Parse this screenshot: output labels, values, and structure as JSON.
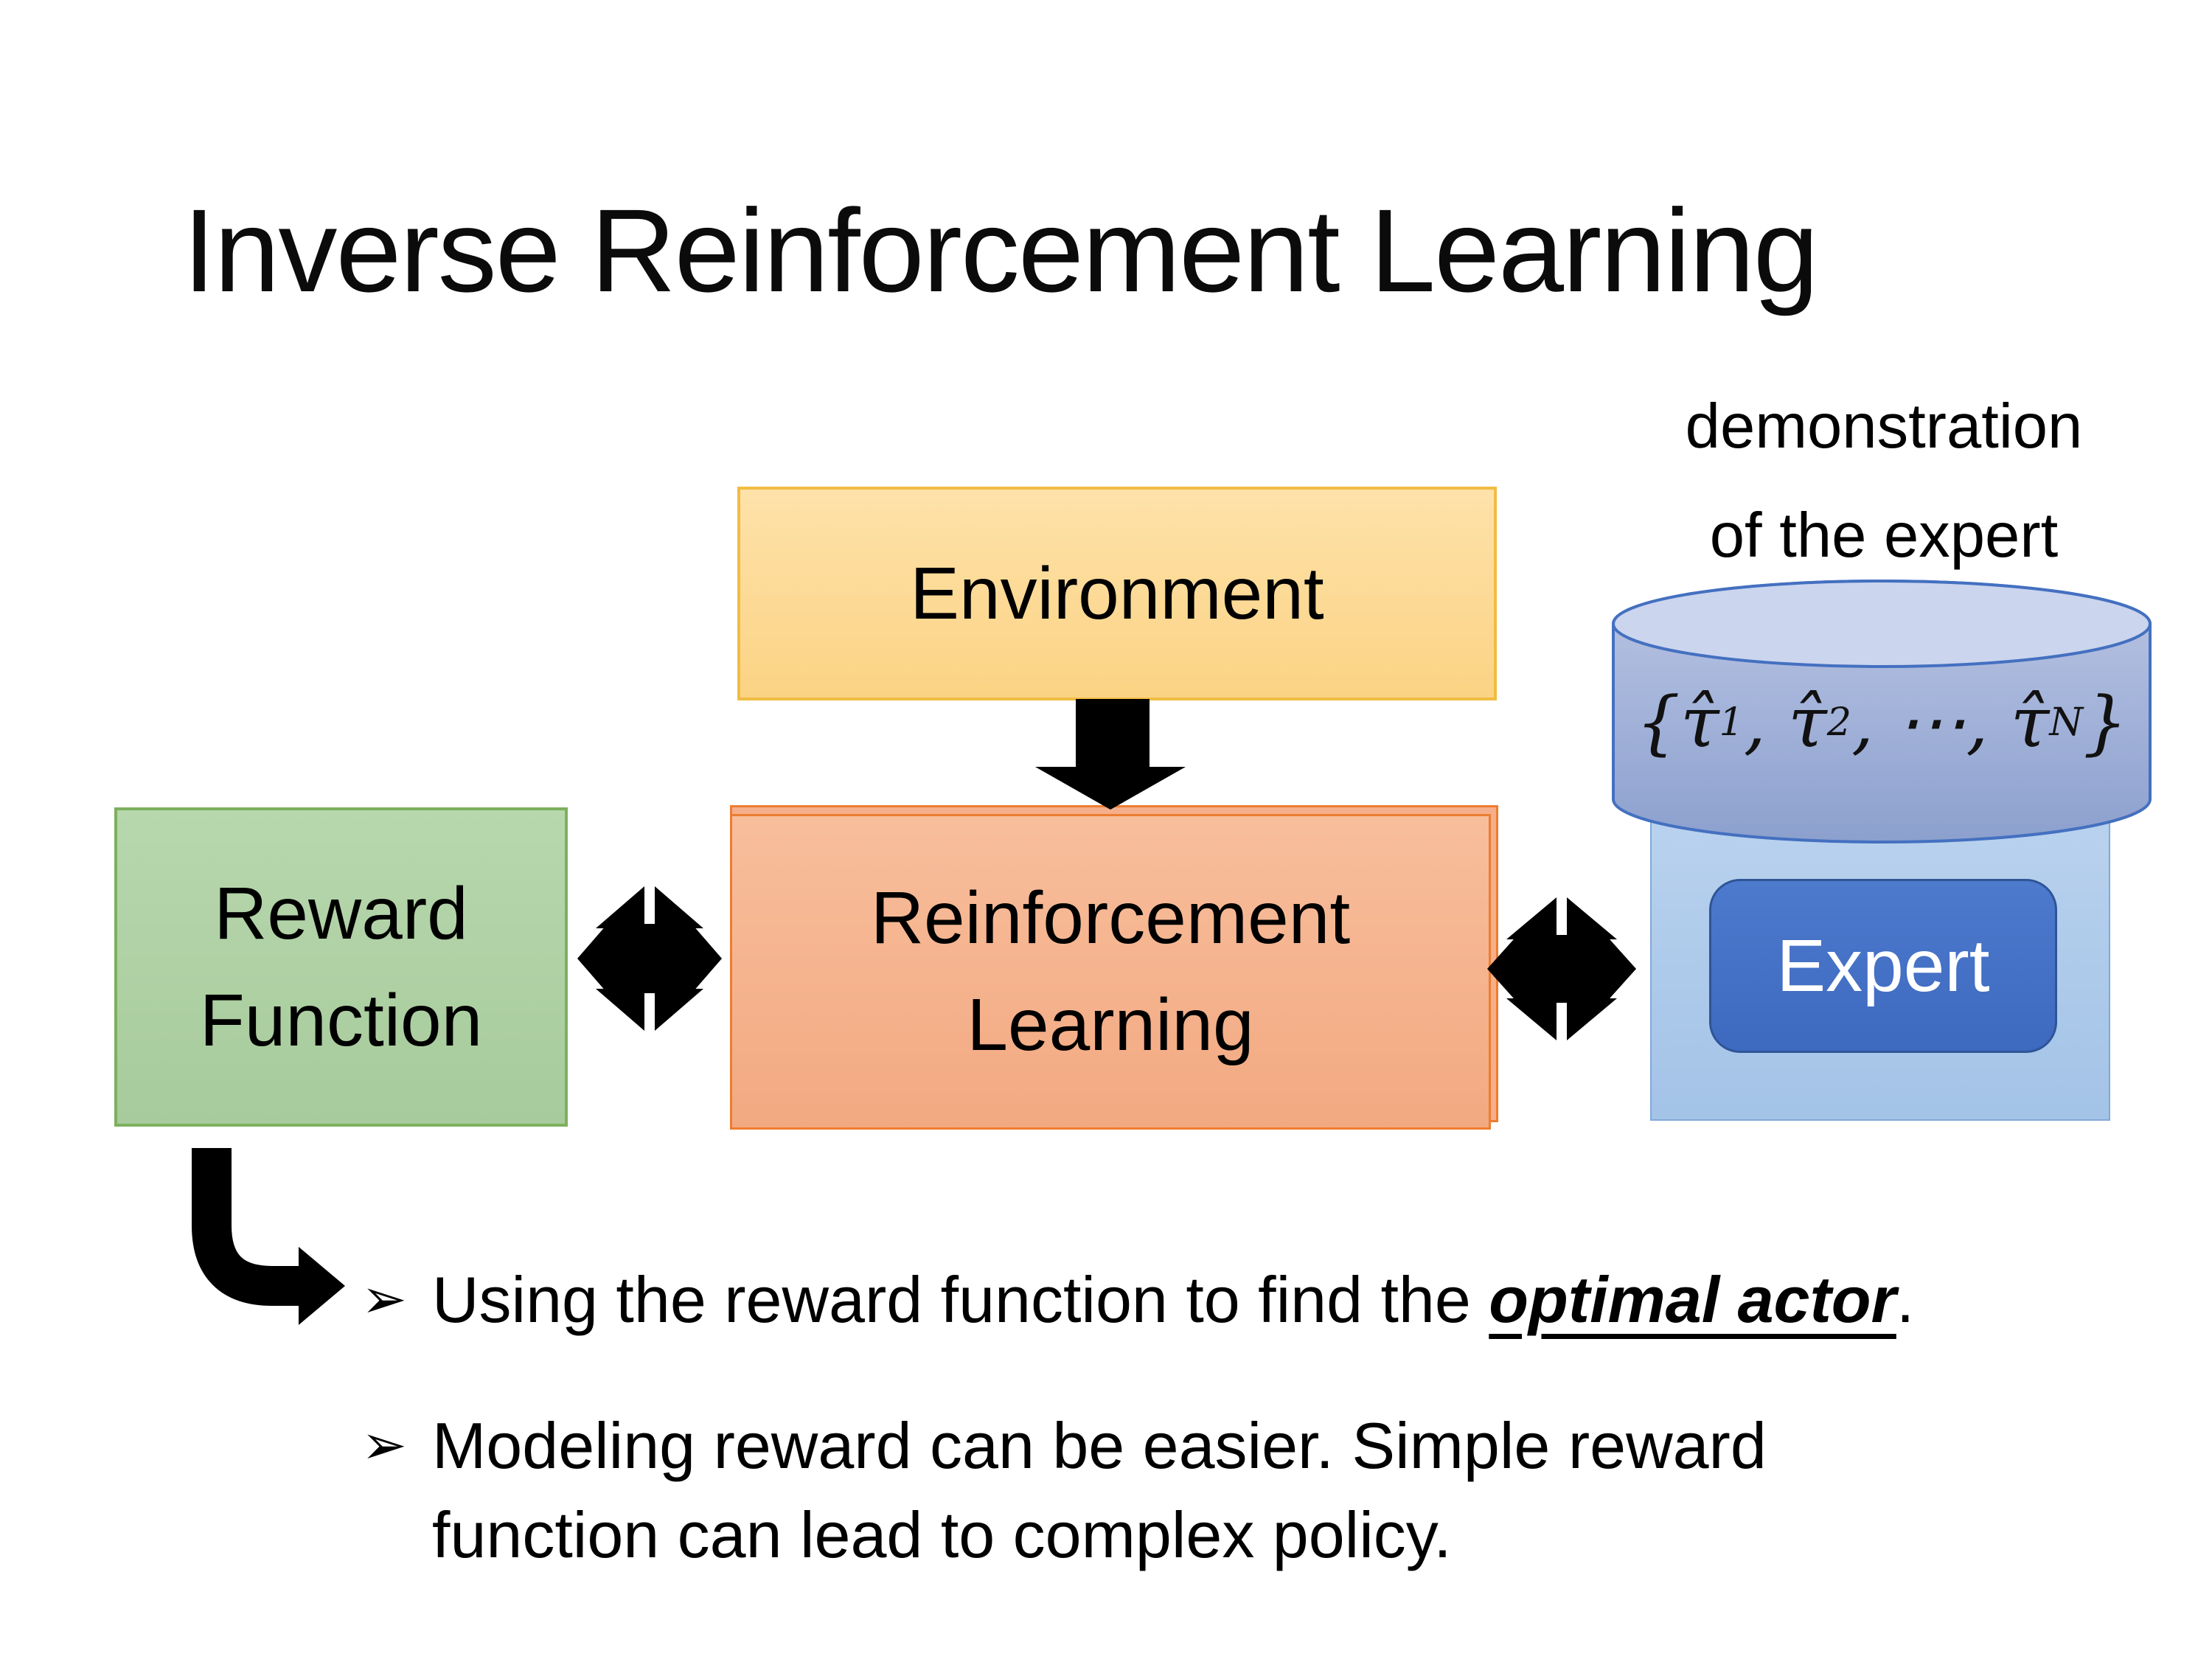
{
  "title": "Inverse Reinforcement Learning",
  "diagram": {
    "environment": {
      "label": "Environment"
    },
    "reward": {
      "line1": "Reward",
      "line2": "Function"
    },
    "rl": {
      "line1": "Reinforcement",
      "line2": "Learning"
    },
    "expert": {
      "label": "Expert"
    },
    "demonstration": {
      "line1": "demonstration",
      "line2": "of the expert"
    },
    "formula": {
      "open": "{",
      "tau": "τ̂",
      "sub1": "1",
      "sub2": "2",
      "subN": "N",
      "comma": ", ",
      "dots": "⋯",
      "close": "}"
    }
  },
  "bullets": {
    "bullet1": {
      "glyph": "➢",
      "seg_normal1": "Using the reward function to find the ",
      "seg_emphasis": "optimal actor",
      "seg_normal2": "."
    },
    "bullet2": {
      "glyph": "➢",
      "line1": "Modeling reward can be easier. Simple reward",
      "line2": "function can lead to complex policy."
    }
  },
  "colors": {
    "environment_fill": "#fcd994",
    "environment_border": "#f1bc42",
    "reward_fill": "#aed1a4",
    "reward_border": "#7cb05e",
    "rl_fill": "#f5b08c",
    "rl_border": "#ed7d31",
    "cylinder_fill": "#9fb0d9",
    "cylinder_border": "#4470c0",
    "expert_container_fill": "#aecbea",
    "expert_button_fill": "#4472c4",
    "expert_button_border": "#2f5597",
    "arrow_black": "#000000"
  }
}
